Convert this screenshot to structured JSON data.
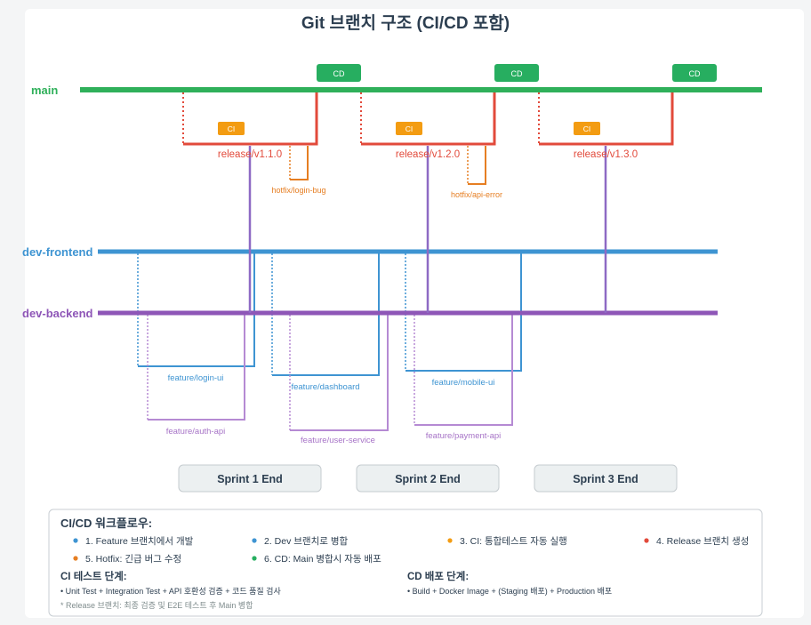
{
  "title": "Git 브랜치 구조 (CI/CD 포함)",
  "colors": {
    "main": "#2fb05a",
    "frontend": "#3e94d2",
    "backend": "#8e56b7",
    "release": "#e24a3b",
    "hotfix": "#e67e22",
    "ci": "#f39c12",
    "cd": "#27ae60"
  },
  "branches": {
    "main": "main",
    "frontend": "dev-frontend",
    "backend": "dev-backend"
  },
  "releases": [
    "release/v1.1.0",
    "release/v1.2.0",
    "release/v1.3.0"
  ],
  "hotfixes": [
    "hotfix/login-bug",
    "hotfix/api-error"
  ],
  "badges": {
    "ci": "CI",
    "cd": "CD"
  },
  "features_frontend": [
    "feature/login-ui",
    "feature/dashboard",
    "feature/mobile-ui"
  ],
  "features_backend": [
    "feature/auth-api",
    "feature/user-service",
    "feature/payment-api"
  ],
  "sprints": [
    "Sprint 1 End",
    "Sprint 2 End",
    "Sprint 3 End"
  ],
  "legend": {
    "title": "CI/CD 워크플로우:",
    "items": [
      {
        "text": "1. Feature 브랜치에서 개발",
        "color": "#3e94d2"
      },
      {
        "text": "2. Dev 브랜치로 병합",
        "color": "#3e94d2"
      },
      {
        "text": "3. CI: 통합테스트 자동 실행",
        "color": "#f39c12"
      },
      {
        "text": "4. Release 브랜치 생성",
        "color": "#e24a3b"
      },
      {
        "text": "5. Hotfix: 긴급 버그 수정",
        "color": "#e67e22"
      },
      {
        "text": "6. CD: Main 병합시 자동 배포",
        "color": "#27ae60"
      }
    ],
    "ci_title": "CI 테스트 단계:",
    "ci_text": "• Unit Test + Integration Test + API 호환성 검증 + 코드 품질 검사",
    "cd_title": "CD 배포 단계:",
    "cd_text": "• Build + Docker Image + (Staging 배포) + Production 배포",
    "note": "* Release 브랜치: 최종 검증 및 E2E 테스트 후 Main 병합"
  }
}
